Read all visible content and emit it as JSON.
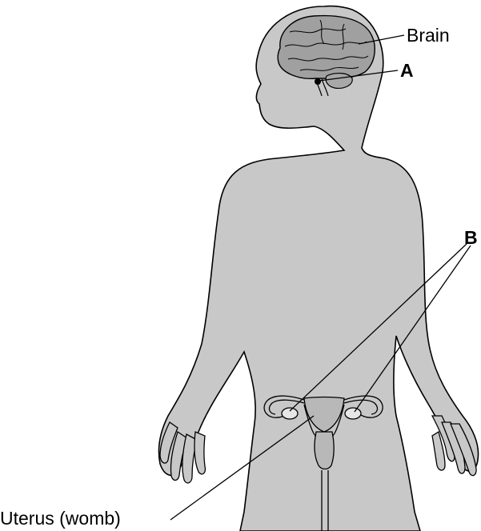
{
  "diagram": {
    "labels": {
      "brain": "Brain",
      "a": "A",
      "b": "B",
      "uterus": "Uterus (womb)"
    },
    "colors": {
      "body_fill": "#c8c8c8",
      "brain_fill": "#a0a0a0",
      "outline": "#000000",
      "background": "#ffffff"
    }
  }
}
